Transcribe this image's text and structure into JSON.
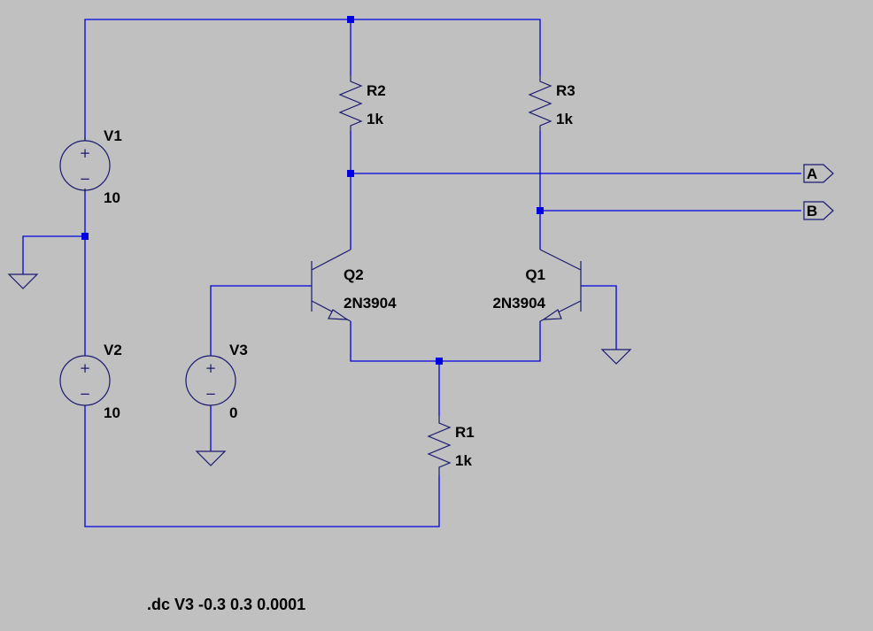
{
  "components": {
    "V1": {
      "name": "V1",
      "value": "10"
    },
    "V2": {
      "name": "V2",
      "value": "10"
    },
    "V3": {
      "name": "V3",
      "value": "0"
    },
    "R1": {
      "name": "R1",
      "value": "1k"
    },
    "R2": {
      "name": "R2",
      "value": "1k"
    },
    "R3": {
      "name": "R3",
      "value": "1k"
    },
    "Q1": {
      "name": "Q1",
      "model": "2N3904"
    },
    "Q2": {
      "name": "Q2",
      "model": "2N3904"
    }
  },
  "net_labels": {
    "A": "A",
    "B": "B"
  },
  "directive": ".dc V3 -0.3 0.3 0.0001",
  "colors": {
    "background": "#c0c0c0",
    "wire": "#0000e0",
    "component": "#1a1a70",
    "text": "#000000"
  }
}
